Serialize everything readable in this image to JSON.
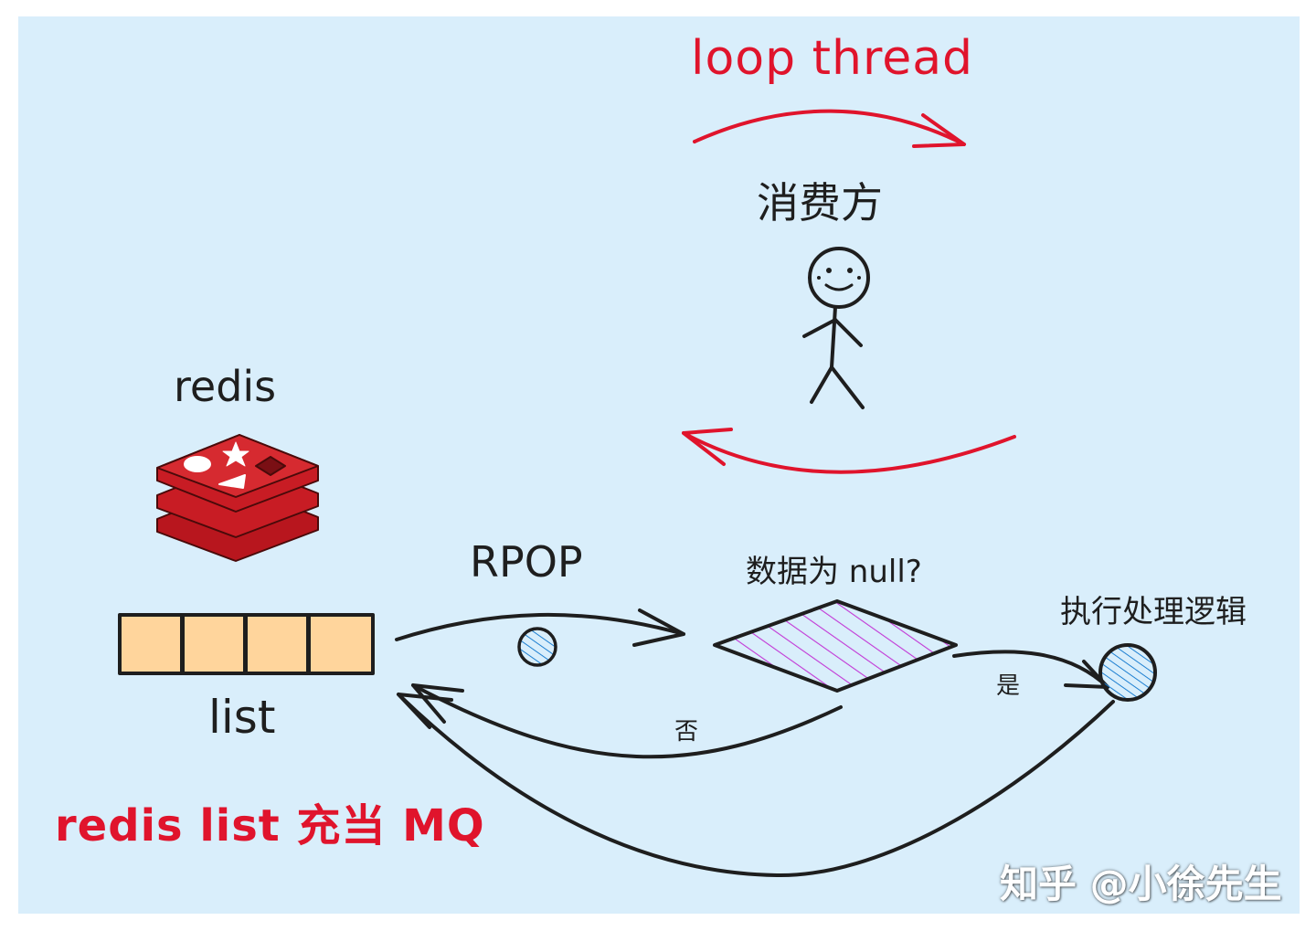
{
  "labels": {
    "loop": "loop thread",
    "consumer": "消费方",
    "redis": "redis",
    "rpop": "RPOP",
    "null_check": "数据为 null?",
    "execute": "执行处理逻辑",
    "yes": "是",
    "no": "否",
    "list": "list",
    "caption": "redis list 充当 MQ",
    "watermark": "知乎 @小徐先生"
  },
  "colors": {
    "background": "#d9eefb",
    "accent_red": "#e0142c",
    "ink": "#1e1e1e",
    "queue_cell": "#ffd59c",
    "diamond_hatch": "#c237d6",
    "circle_hatch": "#1d7fd1",
    "redis_logo": "#c81c24"
  },
  "icons": {
    "consumer": "stick-figure-icon",
    "redis": "redis-logo-icon",
    "decision": "decision-diamond",
    "message": "message-circle",
    "queue": "list-queue"
  },
  "queue_cells": 4
}
